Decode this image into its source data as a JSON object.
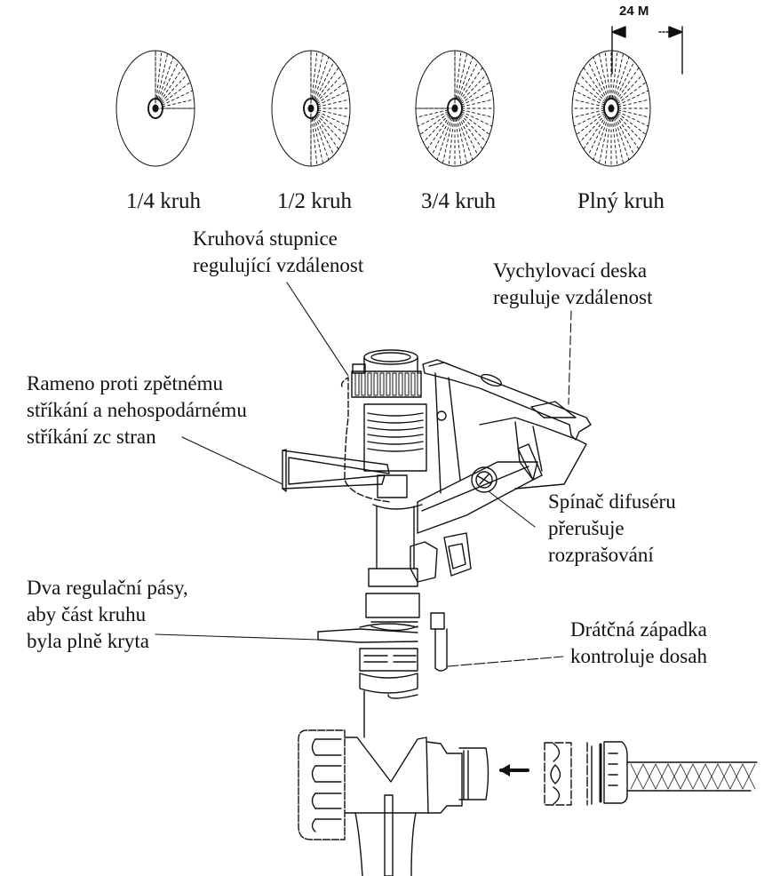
{
  "patterns": {
    "items": [
      {
        "label": "1/4 kruh",
        "coverage_fraction": 0.25
      },
      {
        "label": "1/2 kruh",
        "coverage_fraction": 0.5
      },
      {
        "label": "3/4 kruh",
        "coverage_fraction": 0.75
      },
      {
        "label": "Plný kruh",
        "coverage_fraction": 1.0
      }
    ],
    "diameter_label": "24 M"
  },
  "callouts": {
    "dial": [
      "Kruhová stupnice",
      "regulující vzdálenost"
    ],
    "deflector": [
      "Vychylovací deska",
      "reguluje vzdálenost"
    ],
    "arm": [
      "Rameno proti zpětnému",
      "stříkání a nehospodárnému",
      "stříkání zc stran"
    ],
    "diffuser": [
      "Spínač difuséru",
      "přerušuje",
      "rozprašování"
    ],
    "bands": [
      "Dva regulační pásy,",
      "aby část kruhu",
      "byla plně kryta"
    ],
    "latch": [
      "Drátčná západka",
      "kontroluje dosah"
    ]
  },
  "colors": {
    "ink": "#111111",
    "background": "#ffffff"
  }
}
